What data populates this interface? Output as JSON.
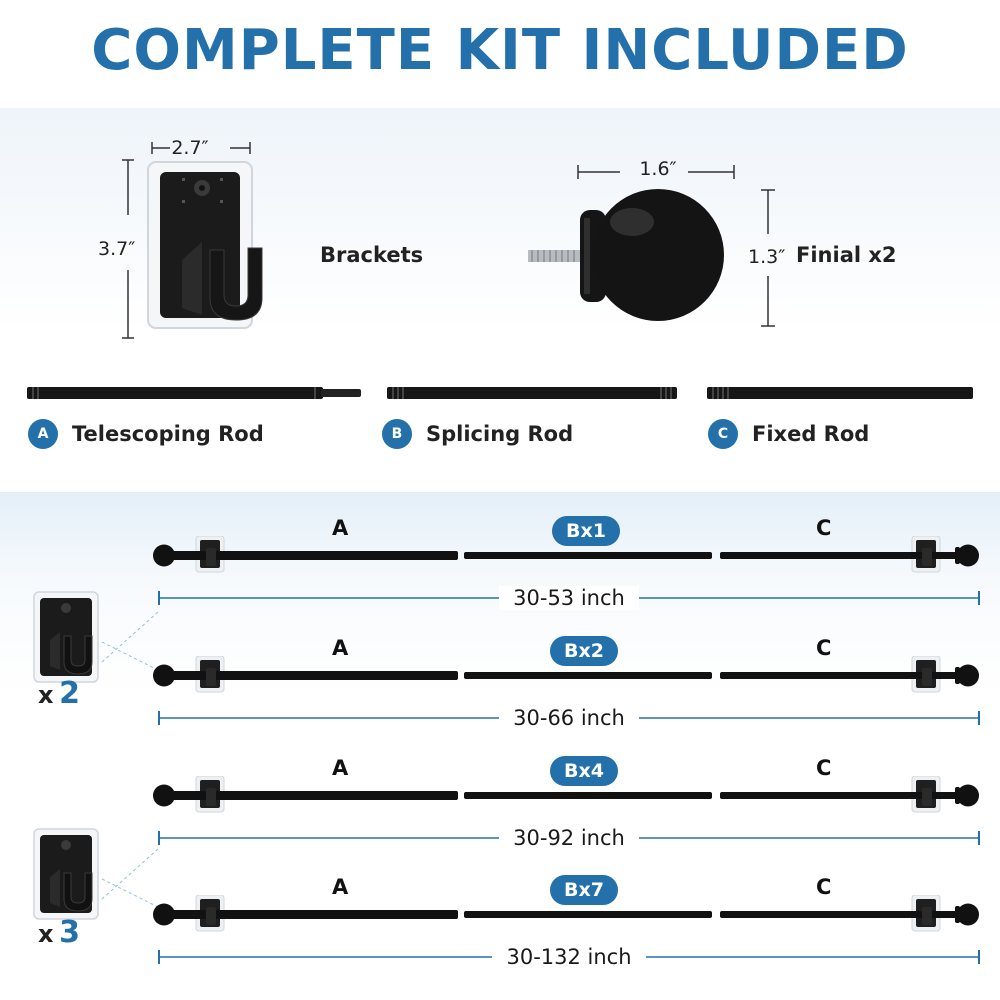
{
  "title": "COMPLETE KIT INCLUDED",
  "bracket": {
    "label": "Brackets",
    "width": "2.7″",
    "height": "3.7″"
  },
  "finial": {
    "label": "Finial x2",
    "width": "1.6″",
    "height": "1.3″"
  },
  "rods": [
    {
      "badge": "A",
      "label": "Telescoping Rod"
    },
    {
      "badge": "B",
      "label": "Splicing Rod"
    },
    {
      "badge": "C",
      "label": "Fixed Rod"
    }
  ],
  "assemblies": [
    {
      "a": "A",
      "b": "Bx1",
      "c": "C",
      "length": "30-53 inch"
    },
    {
      "a": "A",
      "b": "Bx2",
      "c": "C",
      "length": "30-66 inch"
    },
    {
      "a": "A",
      "b": "Bx4",
      "c": "C",
      "length": "30-92 inch"
    },
    {
      "a": "A",
      "b": "Bx7",
      "c": "C",
      "length": "30-132 inch"
    }
  ],
  "bracket_counts": [
    {
      "x": "x",
      "n": "2"
    },
    {
      "x": "x",
      "n": "3"
    }
  ],
  "colors": {
    "accent": "#2370aa",
    "rod": "#111111"
  }
}
